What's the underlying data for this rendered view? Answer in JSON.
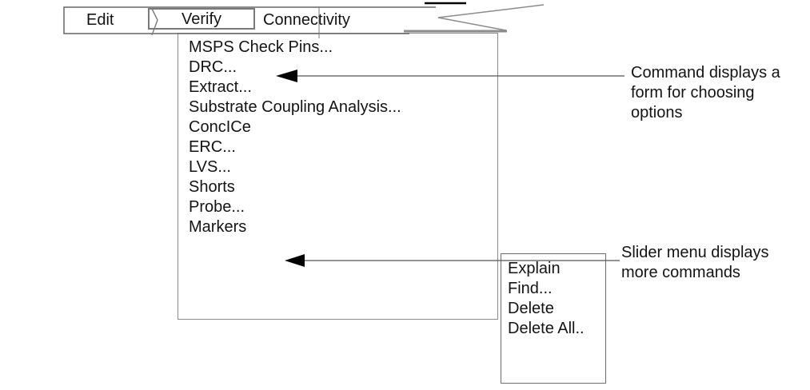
{
  "menu_bar": {
    "edit_label": "Edit",
    "verify_label": "Verify",
    "connectivity_label": "Connectivity"
  },
  "verify_menu": {
    "items": [
      "MSPS Check Pins...",
      "DRC...",
      "Extract...",
      "Substrate Coupling Analysis...",
      "ConcICe",
      "ERC...",
      "LVS...",
      "Shorts",
      "Probe...",
      "Markers"
    ]
  },
  "slider_menu": {
    "items": [
      "Explain",
      "Find...",
      "Delete",
      "Delete All.."
    ]
  },
  "callouts": {
    "form_note": "Command displays a\nform for choosing\noptions",
    "slider_note": "Slider menu displays\nmore commands"
  },
  "icons": {
    "verify_slider_icon": "chevron-right",
    "callout_arrow_icon": "filled-left-arrowhead",
    "torn_edge_icon": "zigzag-cut"
  },
  "colors": {
    "text": "#141414",
    "line_gray": "#8c8c8c",
    "bar_border": "#666666",
    "arrow_black": "#000000",
    "background": "#ffffff"
  }
}
